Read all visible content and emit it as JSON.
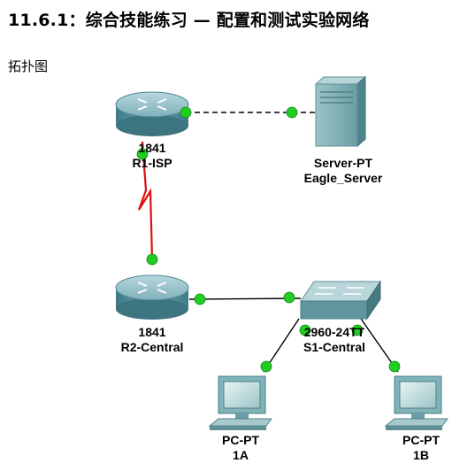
{
  "header": {
    "title": "11.6.1：综合技能练习 — 配置和测试实验网络",
    "subtitle": "拓扑图"
  },
  "devices": {
    "r1": {
      "model": "1841",
      "name": "R1-ISP"
    },
    "server": {
      "model": "Server-PT",
      "name": "Eagle_Server"
    },
    "r2": {
      "model": "1841",
      "name": "R2-Central"
    },
    "switch": {
      "model": "2960-24TT",
      "name": "S1-Central"
    },
    "pc1": {
      "model": "PC-PT",
      "name": "1A"
    },
    "pc2": {
      "model": "PC-PT",
      "name": "1B"
    }
  },
  "colors": {
    "link_status": "#22cc22",
    "serial_link": "#dd1111",
    "router_body": "#5e9aa6",
    "device_teal": "#7fb3b8"
  },
  "links": {
    "r1_server": "dashed",
    "r1_r2": "serial",
    "r2_switch": "ethernet",
    "switch_pc1": "ethernet",
    "switch_pc2": "ethernet"
  }
}
